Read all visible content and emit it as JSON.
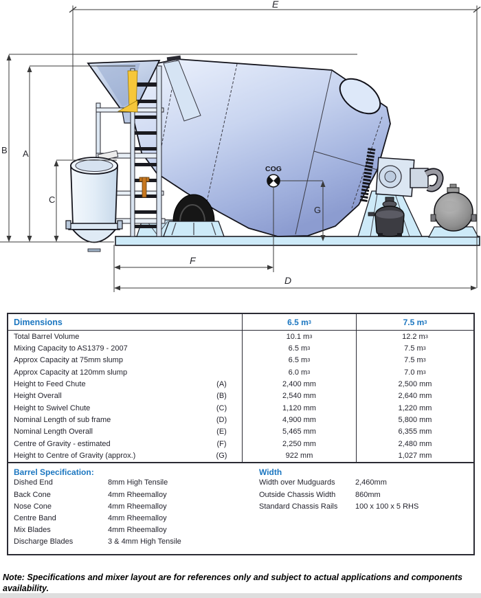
{
  "diagram": {
    "labels": {
      "A": "A",
      "B": "B",
      "C": "C",
      "D": "D",
      "E": "E",
      "F": "F",
      "G": "G"
    },
    "cog": "COG",
    "colors": {
      "barrel": "#c9d5f0",
      "frame": "#cdeaf8",
      "accent_yellow": "#f6c73a",
      "tank_dark": "#3c3c42",
      "tank_gray": "#8f8f8f"
    }
  },
  "table": {
    "header": {
      "c0": "Dimensions",
      "c1": "6.5 m",
      "c1s": "3",
      "c2": "7.5 m",
      "c2s": "3"
    },
    "rows": [
      {
        "label": "Total Barrel Volume",
        "ref": "",
        "v1": "10.1 m",
        "v1s": "3",
        "v2": "12.2 m",
        "v2s": "3"
      },
      {
        "label": "Mixing Capacity to AS1379 - 2007",
        "ref": "",
        "v1": "6.5 m",
        "v1s": "3",
        "v2": "7.5 m",
        "v2s": "3"
      },
      {
        "label": "Approx Capacity at 75mm slump",
        "ref": "",
        "v1": "6.5 m",
        "v1s": "3",
        "v2": "7.5 m",
        "v2s": "3"
      },
      {
        "label": "Approx Capacity at 120mm slump",
        "ref": "",
        "v1": "6.0 m",
        "v1s": "3",
        "v2": "7.0 m",
        "v2s": "3"
      },
      {
        "label": "Height to Feed Chute",
        "ref": "(A)",
        "v1": "2,400 mm",
        "v1s": "",
        "v2": "2,500 mm",
        "v2s": ""
      },
      {
        "label": "Height Overall",
        "ref": "(B)",
        "v1": "2,540 mm",
        "v1s": "",
        "v2": "2,640 mm",
        "v2s": ""
      },
      {
        "label": "Height to Swivel Chute",
        "ref": "(C)",
        "v1": "1,120 mm",
        "v1s": "",
        "v2": "1,220 mm",
        "v2s": ""
      },
      {
        "label": "Nominal Length of sub frame",
        "ref": "(D)",
        "v1": "4,900 mm",
        "v1s": "",
        "v2": "5,800 mm",
        "v2s": ""
      },
      {
        "label": "Nominal Length Overall",
        "ref": "(E)",
        "v1": "5,465 mm",
        "v1s": "",
        "v2": "6,355 mm",
        "v2s": ""
      },
      {
        "label": "Centre of Gravity - estimated",
        "ref": "(F)",
        "v1": "2,250 mm",
        "v1s": "",
        "v2": "2,480 mm",
        "v2s": ""
      },
      {
        "label": "Height to Centre of Gravity (approx.)",
        "ref": "(G)",
        "v1": "922 mm",
        "v1s": "",
        "v2": "1,027 mm",
        "v2s": ""
      }
    ]
  },
  "barrel_spec": {
    "title": "Barrel Specification:",
    "rows": [
      {
        "label": "Dished End",
        "value": "8mm High Tensile"
      },
      {
        "label": "Back Cone",
        "value": "4mm Rheemalloy"
      },
      {
        "label": "Nose Cone",
        "value": "4mm Rheemalloy"
      },
      {
        "label": "Centre Band",
        "value": "4mm Rheemalloy"
      },
      {
        "label": "Mix Blades",
        "value": "4mm Rheemalloy"
      },
      {
        "label": "Discharge Blades",
        "value": "3 & 4mm High Tensile"
      }
    ]
  },
  "width_spec": {
    "title": "Width",
    "rows": [
      {
        "label": "Width over Mudguards",
        "value": "2,460mm"
      },
      {
        "label": "Outside Chassis Width",
        "value": "860mm"
      },
      {
        "label": "Standard Chassis Rails",
        "value": "100 x 100 x 5 RHS"
      }
    ]
  },
  "note": "Note: Specifications and mixer layout are for references only and subject to actual applications and components availability."
}
